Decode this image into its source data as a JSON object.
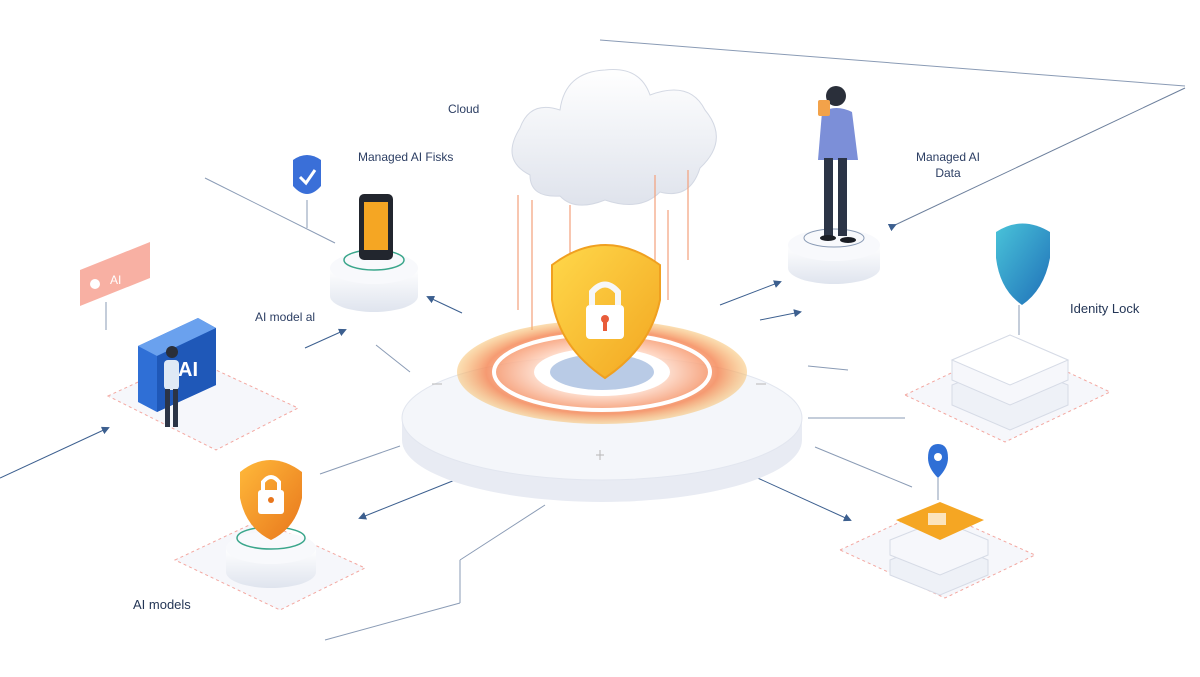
{
  "labels": {
    "cloud": "Cloud",
    "managed_ai_tasks": "Managed AI Fisks",
    "managed_ai_data_line1": "Managed AI",
    "managed_ai_data_line2": "Data",
    "ai_model": "AI model al",
    "identity_lock": "Idenity Lock",
    "ai_models": "AI models",
    "tag_text": "AI",
    "cube_text": "AI"
  },
  "colors": {
    "accent_orange": "#f5a623",
    "shield_yellow": "#f7c531",
    "glow_red": "#f0705a",
    "ui_blue": "#2f6fd6",
    "teal_shield": "#2ea7c9",
    "line_blue": "#3c5f8f",
    "platform": "#eef1f7"
  },
  "icons": [
    "cloud-icon",
    "shield-lock-icon",
    "phone-icon",
    "check-badge-icon",
    "person-icon",
    "ai-cube-icon",
    "location-pin-icon",
    "teal-shield-icon",
    "server-icon"
  ]
}
